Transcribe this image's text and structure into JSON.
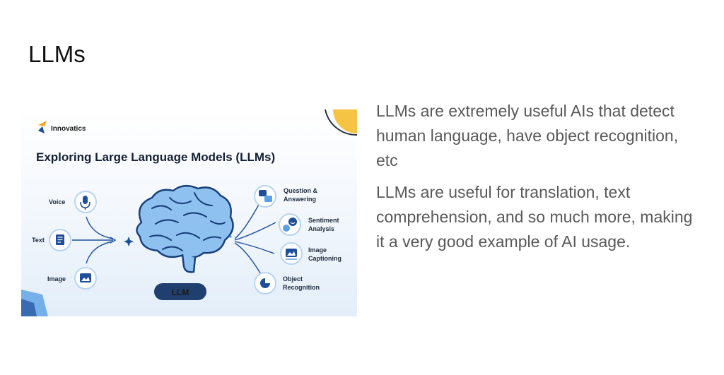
{
  "slide": {
    "title": "LLMs",
    "paragraphs": [
      "LLMs are extremely useful AIs that detect human language, have object recognition, etc",
      "LLMs are useful for translation, text comprehension, and so much more, making it a very good example of AI usage."
    ]
  },
  "figure": {
    "brand": "Innovatics",
    "heading": "Exploring Large Language Models (LLMs)",
    "inputs": [
      {
        "label": "Voice",
        "icon": "microphone-icon"
      },
      {
        "label": "Text",
        "icon": "document-icon"
      },
      {
        "label": "Image",
        "icon": "image-icon"
      }
    ],
    "center_label": "LLM",
    "outputs": [
      {
        "line1": "Question &",
        "line2": "Answering",
        "icon": "chat-bubbles-icon"
      },
      {
        "line1": "Sentiment",
        "line2": "Analysis",
        "icon": "emoji-face-icon"
      },
      {
        "line1": "Image",
        "line2": "Captioning",
        "icon": "image-caption-icon"
      },
      {
        "line1": "Object",
        "line2": "Recognition",
        "icon": "pie-chart-icon"
      }
    ],
    "colors": {
      "brand_blue": "#1e4b8f",
      "accent_orange": "#f5a623",
      "accent_yellow": "#f6c445",
      "brain_fill": "#8ec1f0",
      "brain_stroke": "#173e78",
      "icon_blue": "#1f4f9a",
      "llm_badge": "#1f3f6e"
    }
  }
}
